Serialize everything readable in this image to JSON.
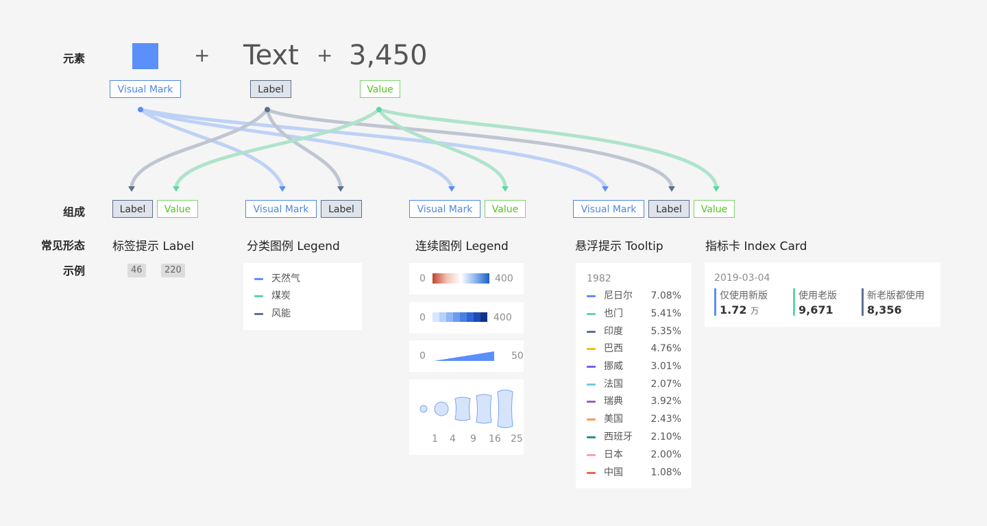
{
  "rows": {
    "elements": "元素",
    "composition": "组成",
    "forms": "常见形态",
    "examples": "示例"
  },
  "elements": {
    "text": "Text",
    "plus1": "+",
    "plus2": "+",
    "value": "3,450"
  },
  "tags": {
    "visual_mark": "Visual Mark",
    "label": "Label",
    "value": "Value"
  },
  "forms": {
    "label_tip": "标签提示 Label",
    "category_legend": "分类图例 Legend",
    "continuous_legend": "连续图例 Legend",
    "tooltip": "悬浮提示 Tooltip",
    "index_card": "指标卡 Index Card"
  },
  "label_examples": [
    "46",
    "220"
  ],
  "category_legend": [
    {
      "name": "天然气",
      "color": "#5b8ff9"
    },
    {
      "name": "煤炭",
      "color": "#5ad8a6"
    },
    {
      "name": "风能",
      "color": "#5d7092"
    }
  ],
  "continuous": {
    "gradient": {
      "min": "0",
      "max": "400"
    },
    "blocks": {
      "min": "0",
      "max": "400"
    },
    "size": {
      "min": "0",
      "max": "50"
    },
    "bubble_values": [
      "1",
      "4",
      "9",
      "16",
      "25"
    ]
  },
  "tooltip": {
    "title": "1982",
    "items": [
      {
        "name": "尼日尔",
        "value": "7.08%",
        "color": "#5b8ff9"
      },
      {
        "name": "也门",
        "value": "5.41%",
        "color": "#5ad8a6"
      },
      {
        "name": "印度",
        "value": "5.35%",
        "color": "#5d7092"
      },
      {
        "name": "巴西",
        "value": "4.76%",
        "color": "#f6bd16"
      },
      {
        "name": "挪威",
        "value": "3.01%",
        "color": "#6f5ef9"
      },
      {
        "name": "法国",
        "value": "2.07%",
        "color": "#6dc8ec"
      },
      {
        "name": "瑞典",
        "value": "3.92%",
        "color": "#945fb9"
      },
      {
        "name": "美国",
        "value": "2.43%",
        "color": "#ff9845"
      },
      {
        "name": "西班牙",
        "value": "2.10%",
        "color": "#1e9493"
      },
      {
        "name": "日本",
        "value": "2.00%",
        "color": "#ff99c3"
      },
      {
        "name": "中国",
        "value": "1.08%",
        "color": "#e8684a"
      }
    ]
  },
  "index_card": {
    "date": "2019-03-04",
    "items": [
      {
        "label": "仅使用新版",
        "value": "1.72",
        "unit": "万",
        "color": "#5b8ff9"
      },
      {
        "label": "使用老版",
        "value": "9,671",
        "unit": "",
        "color": "#5ad8a6"
      },
      {
        "label": "新老版都使用",
        "value": "8,356",
        "unit": "",
        "color": "#5d7092"
      }
    ]
  },
  "colors": {
    "visual_mark": "#5b8ff9",
    "label": "#5d7092",
    "value": "#5ad8a6"
  }
}
